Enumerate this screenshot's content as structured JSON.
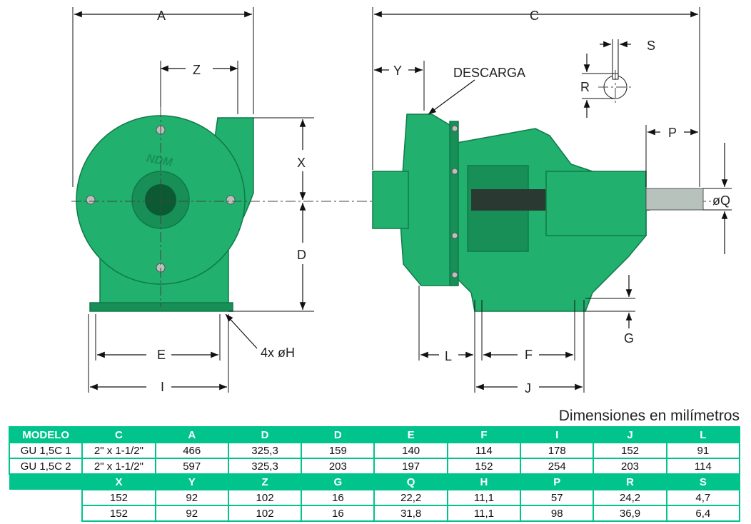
{
  "diagram": {
    "labels": {
      "A": "A",
      "Z": "Z",
      "X": "X",
      "D": "D",
      "E": "E",
      "I": "I",
      "H": "4x øH",
      "C": "C",
      "Y": "Y",
      "descarga": "DESCARGA",
      "S": "S",
      "R": "R",
      "P": "P",
      "Q": "øQ",
      "G": "G",
      "L": "L",
      "F": "F",
      "J": "J"
    },
    "logo": "NDM",
    "pump_color": "#21b06e"
  },
  "table": {
    "units": "Dimensiones en milímetros",
    "header1": [
      "MODELO",
      "C",
      "A",
      "D",
      "D",
      "E",
      "F",
      "I",
      "J",
      "L"
    ],
    "rows1": [
      [
        "GU 1,5C 1",
        "2\" x 1-1/2\"",
        "466",
        "325,3",
        "159",
        "140",
        "114",
        "178",
        "152",
        "91"
      ],
      [
        "GU 1,5C 2",
        "2\" x 1-1/2\"",
        "597",
        "325,3",
        "203",
        "197",
        "152",
        "254",
        "203",
        "114"
      ]
    ],
    "header2": [
      "X",
      "Y",
      "Z",
      "G",
      "Q",
      "H",
      "P",
      "R",
      "S"
    ],
    "rows2": [
      [
        "152",
        "92",
        "102",
        "16",
        "22,2",
        "11,1",
        "57",
        "24,2",
        "4,7"
      ],
      [
        "152",
        "92",
        "102",
        "16",
        "31,8",
        "11,1",
        "98",
        "36,9",
        "6,4"
      ]
    ],
    "header_color": "#00c48b"
  }
}
